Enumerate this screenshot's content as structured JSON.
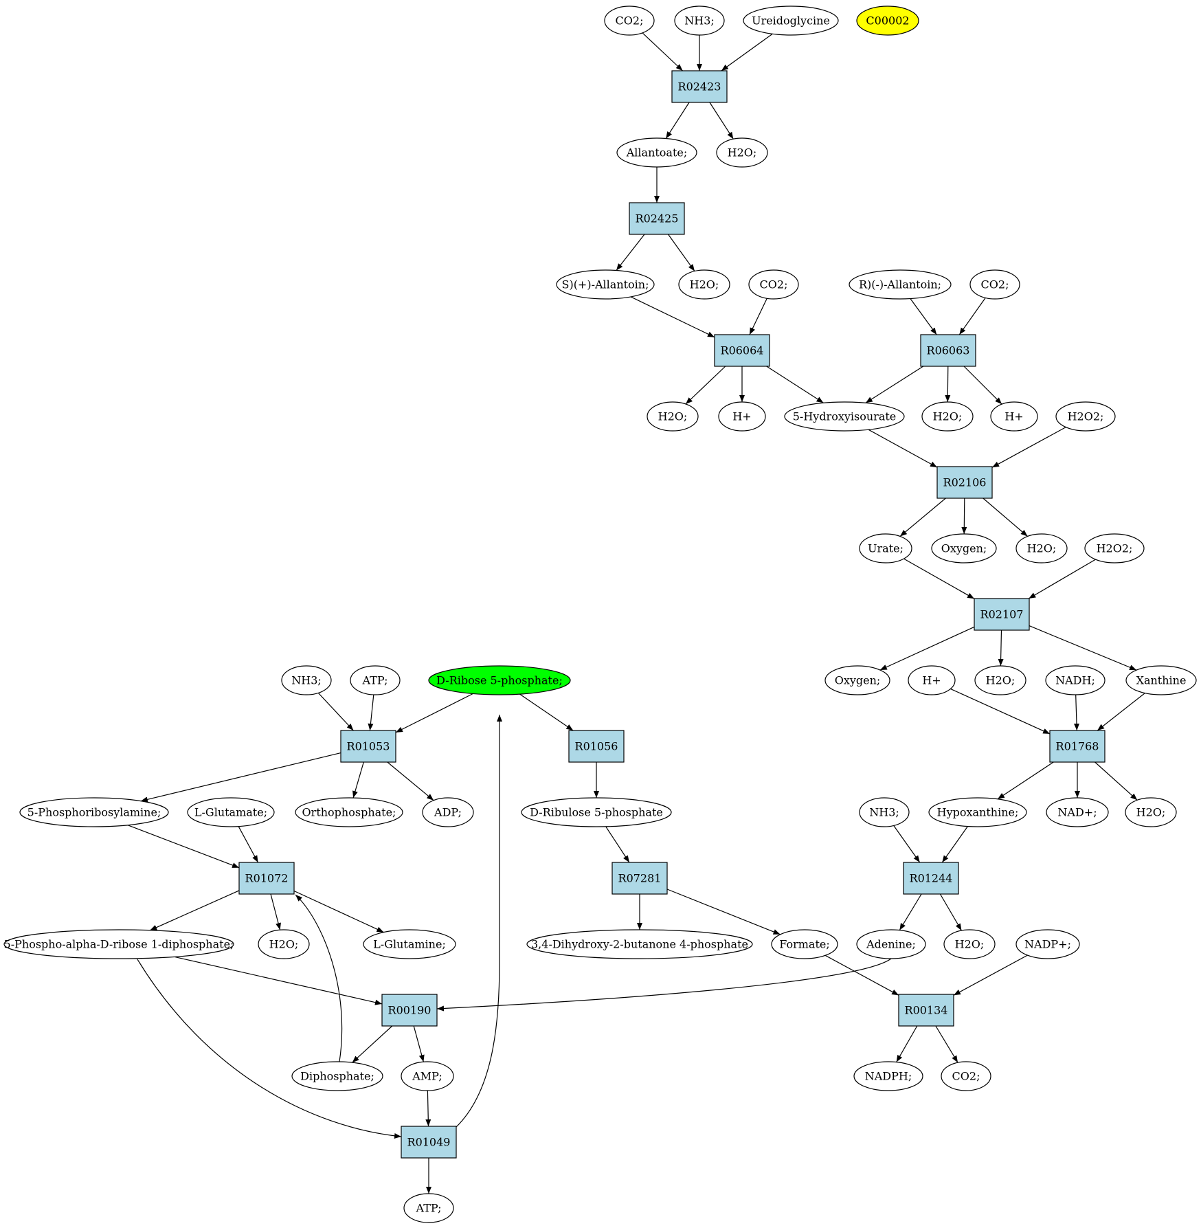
{
  "colors": {
    "reaction_fill": "#add8e6",
    "compound_fill": "#ffffff",
    "highlight_source": "#00ff00",
    "highlight_target": "#ffff00",
    "stroke": "#000000"
  },
  "nodes": [
    {
      "id": "c_co2_1",
      "type": "compound",
      "label": "CO2;"
    },
    {
      "id": "c_nh3_1",
      "type": "compound",
      "label": "NH3;"
    },
    {
      "id": "c_ureido",
      "type": "compound",
      "label": "Ureidoglycine"
    },
    {
      "id": "c_c00002",
      "type": "compound",
      "label": "C00002",
      "fill": "#ffff00"
    },
    {
      "id": "r_R02423",
      "type": "reaction",
      "label": "R02423"
    },
    {
      "id": "c_allantoate",
      "type": "compound",
      "label": "Allantoate;"
    },
    {
      "id": "c_h2o_1",
      "type": "compound",
      "label": "H2O;"
    },
    {
      "id": "r_R02425",
      "type": "reaction",
      "label": "R02425"
    },
    {
      "id": "c_s_allantoin",
      "type": "compound",
      "label": "S)(+)-Allantoin;"
    },
    {
      "id": "c_h2o_2",
      "type": "compound",
      "label": "H2O;"
    },
    {
      "id": "c_co2_2",
      "type": "compound",
      "label": "CO2;"
    },
    {
      "id": "c_r_allantoin",
      "type": "compound",
      "label": "R)(-)-Allantoin;"
    },
    {
      "id": "c_co2_3",
      "type": "compound",
      "label": "CO2;"
    },
    {
      "id": "r_R06064",
      "type": "reaction",
      "label": "R06064"
    },
    {
      "id": "r_R06063",
      "type": "reaction",
      "label": "R06063"
    },
    {
      "id": "c_h2o_3",
      "type": "compound",
      "label": "H2O;"
    },
    {
      "id": "c_hplus_1",
      "type": "compound",
      "label": "H+"
    },
    {
      "id": "c_5hiu",
      "type": "compound",
      "label": "5-Hydroxyisourate"
    },
    {
      "id": "c_h2o_4",
      "type": "compound",
      "label": "H2O;"
    },
    {
      "id": "c_hplus_2",
      "type": "compound",
      "label": "H+"
    },
    {
      "id": "c_h2o2_1",
      "type": "compound",
      "label": "H2O2;"
    },
    {
      "id": "r_R02106",
      "type": "reaction",
      "label": "R02106"
    },
    {
      "id": "c_urate",
      "type": "compound",
      "label": "Urate;"
    },
    {
      "id": "c_oxygen_1",
      "type": "compound",
      "label": "Oxygen;"
    },
    {
      "id": "c_h2o_5",
      "type": "compound",
      "label": "H2O;"
    },
    {
      "id": "c_h2o2_2",
      "type": "compound",
      "label": "H2O2;"
    },
    {
      "id": "r_R02107",
      "type": "reaction",
      "label": "R02107"
    },
    {
      "id": "c_nh3_2",
      "type": "compound",
      "label": "NH3;"
    },
    {
      "id": "c_atp_1",
      "type": "compound",
      "label": "ATP;"
    },
    {
      "id": "c_r5p",
      "type": "compound",
      "label": "D-Ribose 5-phosphate;",
      "fill": "#00ff00"
    },
    {
      "id": "c_oxygen_2",
      "type": "compound",
      "label": "Oxygen;"
    },
    {
      "id": "c_hplus_3",
      "type": "compound",
      "label": "H+"
    },
    {
      "id": "c_h2o_6",
      "type": "compound",
      "label": "H2O;"
    },
    {
      "id": "c_nadh",
      "type": "compound",
      "label": "NADH;"
    },
    {
      "id": "c_xanthine",
      "type": "compound",
      "label": "Xanthine"
    },
    {
      "id": "r_R01053",
      "type": "reaction",
      "label": "R01053"
    },
    {
      "id": "r_R01056",
      "type": "reaction",
      "label": "R01056"
    },
    {
      "id": "r_R01768",
      "type": "reaction",
      "label": "R01768"
    },
    {
      "id": "c_5pra",
      "type": "compound",
      "label": "5-Phosphoribosylamine;"
    },
    {
      "id": "c_lglu",
      "type": "compound",
      "label": "L-Glutamate;"
    },
    {
      "id": "c_ortho",
      "type": "compound",
      "label": "Orthophosphate;"
    },
    {
      "id": "c_adp",
      "type": "compound",
      "label": "ADP;"
    },
    {
      "id": "c_ru5p",
      "type": "compound",
      "label": "D-Ribulose 5-phosphate"
    },
    {
      "id": "c_nh3_3",
      "type": "compound",
      "label": "NH3;"
    },
    {
      "id": "c_hypox",
      "type": "compound",
      "label": "Hypoxanthine;"
    },
    {
      "id": "c_nadplus",
      "type": "compound",
      "label": "NAD+;"
    },
    {
      "id": "c_h2o_7",
      "type": "compound",
      "label": "H2O;"
    },
    {
      "id": "r_R01072",
      "type": "reaction",
      "label": "R01072"
    },
    {
      "id": "r_R07281",
      "type": "reaction",
      "label": "R07281"
    },
    {
      "id": "r_R01244",
      "type": "reaction",
      "label": "R01244"
    },
    {
      "id": "c_prpp",
      "type": "compound",
      "label": "5-Phospho-alpha-D-ribose 1-diphosphate;"
    },
    {
      "id": "c_h2o_8",
      "type": "compound",
      "label": "H2O;"
    },
    {
      "id": "c_lgln",
      "type": "compound",
      "label": "L-Glutamine;"
    },
    {
      "id": "c_dhbp",
      "type": "compound",
      "label": "3,4-Dihydroxy-2-butanone 4-phosphate"
    },
    {
      "id": "c_formate",
      "type": "compound",
      "label": "Formate;"
    },
    {
      "id": "c_adenine",
      "type": "compound",
      "label": "Adenine;"
    },
    {
      "id": "c_h2o_9",
      "type": "compound",
      "label": "H2O;"
    },
    {
      "id": "c_nadpplus",
      "type": "compound",
      "label": "NADP+;"
    },
    {
      "id": "r_R00190",
      "type": "reaction",
      "label": "R00190"
    },
    {
      "id": "r_R00134",
      "type": "reaction",
      "label": "R00134"
    },
    {
      "id": "c_diphos",
      "type": "compound",
      "label": "Diphosphate;"
    },
    {
      "id": "c_amp",
      "type": "compound",
      "label": "AMP;"
    },
    {
      "id": "c_nadph",
      "type": "compound",
      "label": "NADPH;"
    },
    {
      "id": "c_co2_4",
      "type": "compound",
      "label": "CO2;"
    },
    {
      "id": "r_R01049",
      "type": "reaction",
      "label": "R01049"
    },
    {
      "id": "c_atp_2",
      "type": "compound",
      "label": "ATP;"
    }
  ],
  "edges": [
    [
      "c_co2_1",
      "r_R02423"
    ],
    [
      "c_nh3_1",
      "r_R02423"
    ],
    [
      "c_ureido",
      "r_R02423"
    ],
    [
      "r_R02423",
      "c_allantoate"
    ],
    [
      "r_R02423",
      "c_h2o_1"
    ],
    [
      "c_allantoate",
      "r_R02425"
    ],
    [
      "r_R02425",
      "c_s_allantoin"
    ],
    [
      "r_R02425",
      "c_h2o_2"
    ],
    [
      "c_s_allantoin",
      "r_R06064"
    ],
    [
      "c_co2_2",
      "r_R06064"
    ],
    [
      "c_r_allantoin",
      "r_R06063"
    ],
    [
      "c_co2_3",
      "r_R06063"
    ],
    [
      "r_R06064",
      "c_h2o_3"
    ],
    [
      "r_R06064",
      "c_hplus_1"
    ],
    [
      "r_R06064",
      "c_5hiu"
    ],
    [
      "r_R06063",
      "c_5hiu"
    ],
    [
      "r_R06063",
      "c_h2o_4"
    ],
    [
      "r_R06063",
      "c_hplus_2"
    ],
    [
      "c_5hiu",
      "r_R02106"
    ],
    [
      "c_h2o2_1",
      "r_R02106"
    ],
    [
      "r_R02106",
      "c_urate"
    ],
    [
      "r_R02106",
      "c_oxygen_1"
    ],
    [
      "r_R02106",
      "c_h2o_5"
    ],
    [
      "c_urate",
      "r_R02107"
    ],
    [
      "c_h2o2_2",
      "r_R02107"
    ],
    [
      "r_R02107",
      "c_oxygen_2"
    ],
    [
      "r_R02107",
      "c_h2o_6"
    ],
    [
      "r_R02107",
      "c_xanthine"
    ],
    [
      "c_hplus_3",
      "r_R01768"
    ],
    [
      "c_nadh",
      "r_R01768"
    ],
    [
      "c_xanthine",
      "r_R01768"
    ],
    [
      "r_R01768",
      "c_hypox"
    ],
    [
      "r_R01768",
      "c_nadplus"
    ],
    [
      "r_R01768",
      "c_h2o_7"
    ],
    [
      "c_nh3_2",
      "r_R01053"
    ],
    [
      "c_atp_1",
      "r_R01053"
    ],
    [
      "c_r5p",
      "r_R01053"
    ],
    [
      "c_r5p",
      "r_R01056"
    ],
    [
      "r_R01053",
      "c_5pra"
    ],
    [
      "r_R01053",
      "c_ortho"
    ],
    [
      "r_R01053",
      "c_adp"
    ],
    [
      "r_R01056",
      "c_ru5p"
    ],
    [
      "c_5pra",
      "r_R01072"
    ],
    [
      "c_lglu",
      "r_R01072"
    ],
    [
      "c_ru5p",
      "r_R07281"
    ],
    [
      "c_nh3_3",
      "r_R01244"
    ],
    [
      "c_hypox",
      "r_R01244"
    ],
    [
      "r_R01072",
      "c_prpp"
    ],
    [
      "r_R01072",
      "c_h2o_8"
    ],
    [
      "r_R01072",
      "c_lgln"
    ],
    [
      "r_R07281",
      "c_dhbp"
    ],
    [
      "r_R07281",
      "c_formate"
    ],
    [
      "r_R01244",
      "c_adenine"
    ],
    [
      "r_R01244",
      "c_h2o_9"
    ],
    [
      "c_prpp",
      "r_R00190"
    ],
    [
      "c_adenine",
      "r_R00190"
    ],
    [
      "c_formate",
      "r_R00134"
    ],
    [
      "c_nadpplus",
      "r_R00134"
    ],
    [
      "r_R00190",
      "c_diphos"
    ],
    [
      "r_R00190",
      "c_amp"
    ],
    [
      "c_diphos",
      "r_R01072"
    ],
    [
      "r_R00134",
      "c_nadph"
    ],
    [
      "r_R00134",
      "c_co2_4"
    ],
    [
      "c_amp",
      "r_R01049"
    ],
    [
      "c_prpp",
      "r_R01049"
    ],
    [
      "r_R01049",
      "c_atp_2"
    ],
    [
      "r_R01049",
      "c_r5p"
    ]
  ]
}
